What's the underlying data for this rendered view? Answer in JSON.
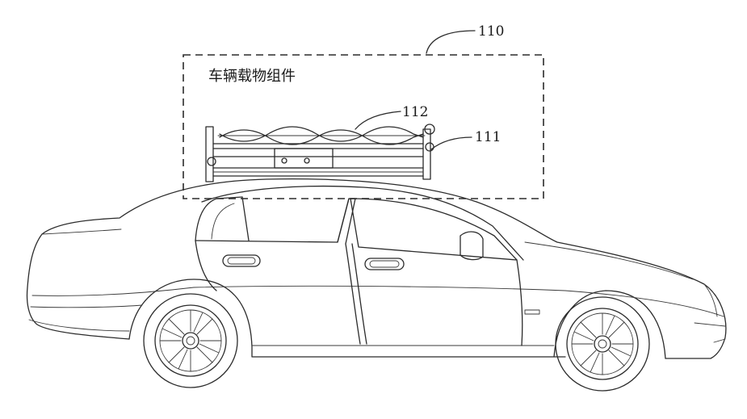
{
  "figure": {
    "assembly_label": "车辆载物组件",
    "ref_assembly": "110",
    "ref_frame": "111",
    "ref_cord": "112"
  },
  "colors": {
    "line": "#2b2b2b",
    "background": "#ffffff"
  }
}
